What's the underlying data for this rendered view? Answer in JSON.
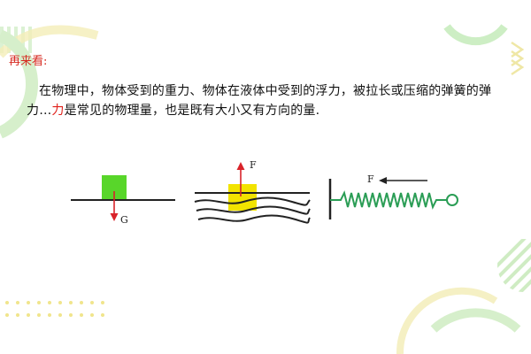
{
  "heading": "再来看:",
  "paragraph": {
    "before": "在物理中，物体受到的重力、物体在液体中受到的浮力，被拉长或压缩的弹簧的弹力…",
    "highlight": "力",
    "after": "是常见的物理量，也是既有大小又有方向的量."
  },
  "figures": {
    "gravity_label": "G",
    "buoyancy_label": "F",
    "spring_label": "F"
  },
  "colors": {
    "heading": "#d6281f",
    "highlight": "#e0201a",
    "block_green": "#58d62a",
    "block_yellow": "#f2e300",
    "arrow_red": "#d9232a",
    "spring_green": "#2a9d55",
    "deco_green": "#d4efc8",
    "deco_yellow": "#f3ecb5"
  }
}
